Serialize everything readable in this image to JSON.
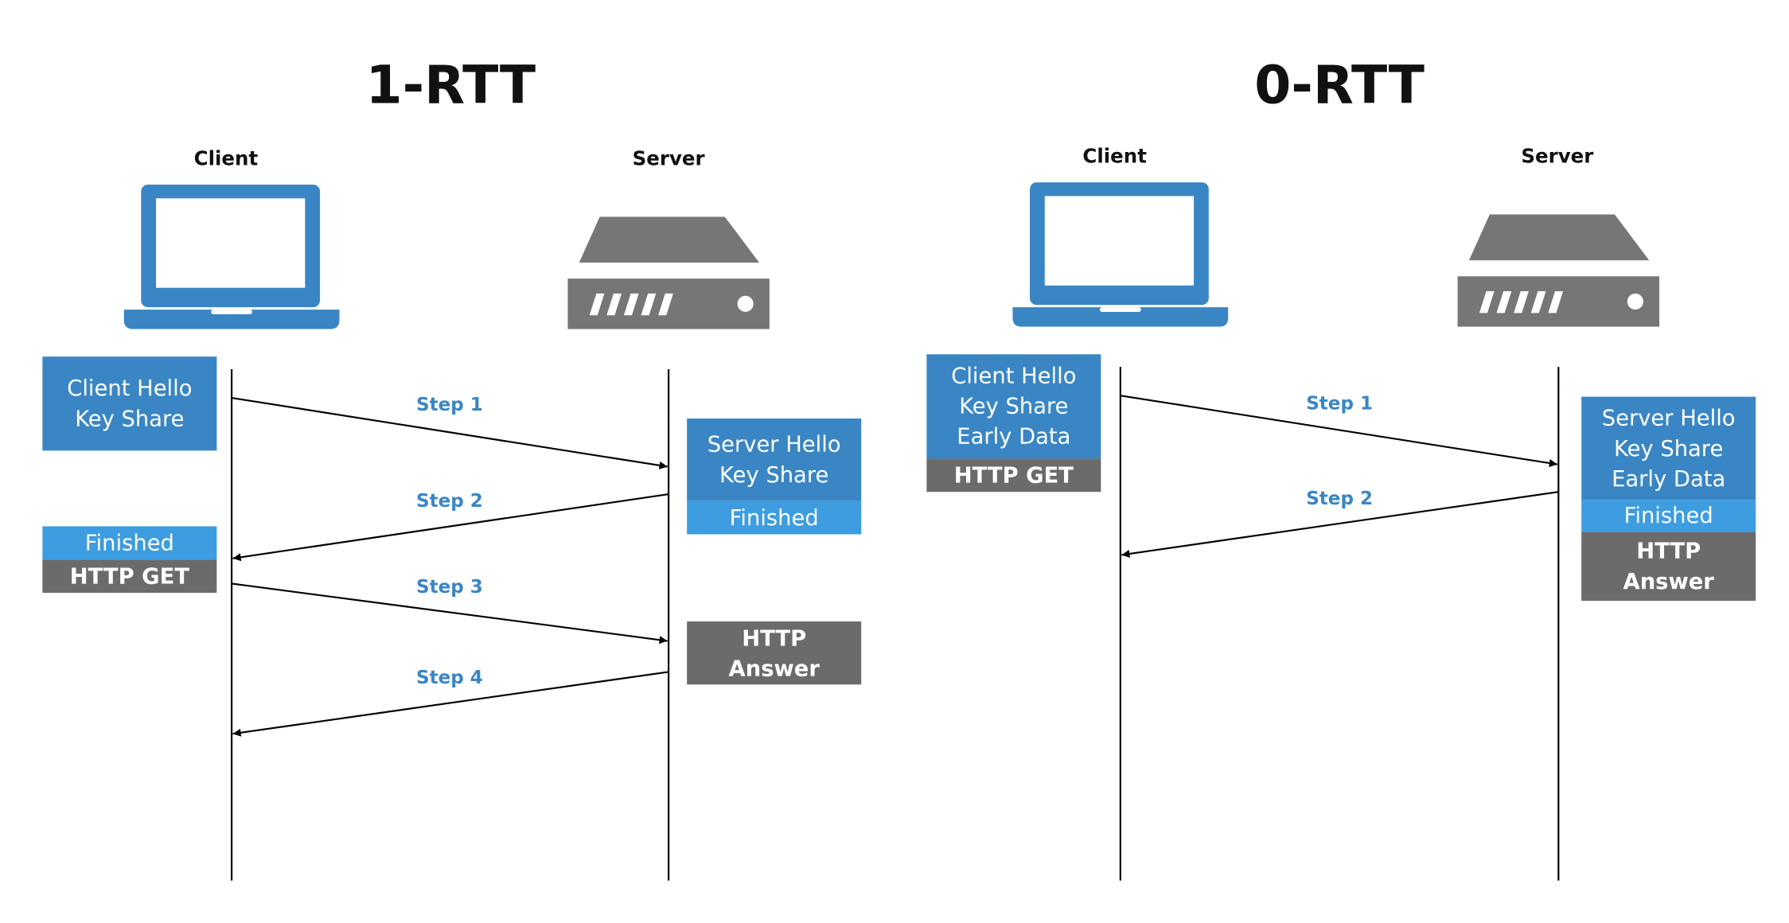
{
  "colors": {
    "blue_dark": "#3a86c4",
    "blue_light": "#3d9de0",
    "gray": "#6b6b6b",
    "device_gray": "#767676",
    "step_text": "#3a86c4",
    "line": "#000000"
  },
  "diagrams": [
    {
      "title": "1-RTT",
      "client_label": "Client",
      "server_label": "Server",
      "client_icon": "laptop-icon",
      "server_icon": "server-icon",
      "client_boxes": [
        {
          "variant": "dark",
          "lines": [
            "Client Hello",
            "Key Share"
          ]
        },
        {
          "variant": "light",
          "lines": [
            "Finished"
          ]
        },
        {
          "variant": "gray",
          "lines": [
            "HTTP GET"
          ]
        }
      ],
      "server_boxes": [
        {
          "variant": "dark",
          "lines": [
            "Server Hello",
            "Key Share"
          ]
        },
        {
          "variant": "light",
          "lines": [
            "Finished"
          ]
        },
        {
          "variant": "gray",
          "lines": [
            "HTTP",
            "Answer"
          ]
        }
      ],
      "steps": [
        {
          "label": "Step 1",
          "direction": "client-to-server"
        },
        {
          "label": "Step 2",
          "direction": "server-to-client"
        },
        {
          "label": "Step 3",
          "direction": "client-to-server"
        },
        {
          "label": "Step 4",
          "direction": "server-to-client"
        }
      ]
    },
    {
      "title": "0-RTT",
      "client_label": "Client",
      "server_label": "Server",
      "client_icon": "laptop-icon",
      "server_icon": "server-icon",
      "client_boxes": [
        {
          "variant": "dark",
          "lines": [
            "Client Hello",
            "Key Share",
            "Early Data"
          ]
        },
        {
          "variant": "gray",
          "lines": [
            "HTTP GET"
          ]
        }
      ],
      "server_boxes": [
        {
          "variant": "dark",
          "lines": [
            "Server Hello",
            "Key Share",
            "Early Data"
          ]
        },
        {
          "variant": "light",
          "lines": [
            "Finished"
          ]
        },
        {
          "variant": "gray",
          "lines": [
            "HTTP",
            "Answer"
          ]
        }
      ],
      "steps": [
        {
          "label": "Step 1",
          "direction": "client-to-server"
        },
        {
          "label": "Step 2",
          "direction": "server-to-client"
        }
      ]
    }
  ]
}
